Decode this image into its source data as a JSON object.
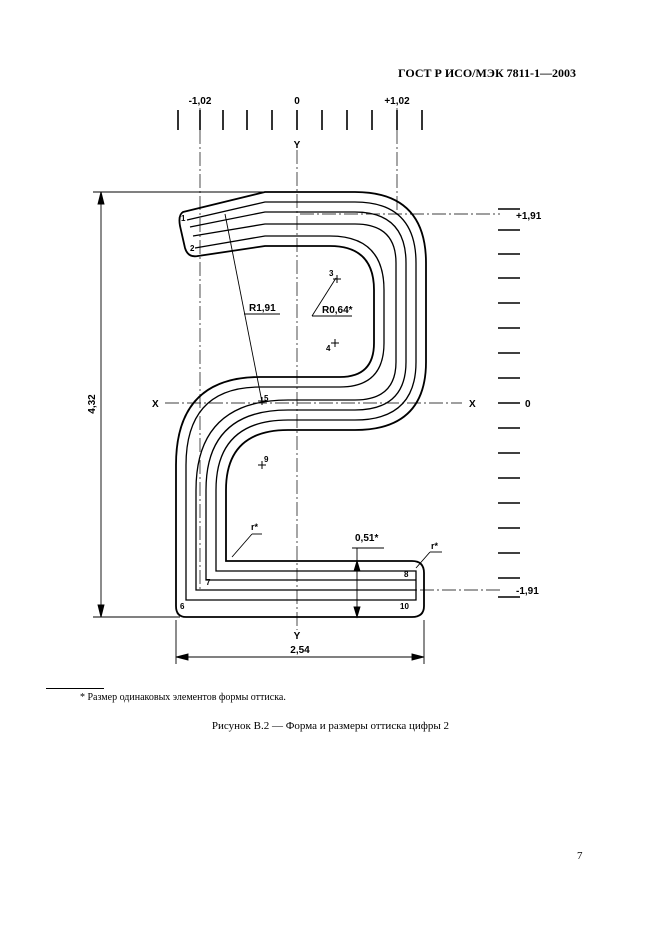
{
  "header": {
    "standard": "ГОСТ Р ИСО/МЭК 7811-1—2003"
  },
  "figure": {
    "top_labels": [
      "-1,02",
      "0",
      "+1,02"
    ],
    "right_labels": [
      "+1,91",
      "0",
      "-1,91"
    ],
    "axis_x_left": "X",
    "axis_x_right": "X",
    "axis_y_top": "Y",
    "axis_y_bottom": "Y",
    "height_dim": "4,32",
    "width_dim": "2,54",
    "radius_large": "R1,91",
    "radius_small": "R0,64*",
    "line_width": "0,51*",
    "corner_r_inner": "r*",
    "corner_r_outer": "r*",
    "points": [
      "1",
      "2",
      "3",
      "4",
      "5",
      "6",
      "7",
      "8",
      "9",
      "10"
    ]
  },
  "footnote": "* Размер одинаковых элементов формы оттиска.",
  "caption": "Рисунок В.2 — Форма и размеры оттиска цифры 2",
  "page_number": "7"
}
